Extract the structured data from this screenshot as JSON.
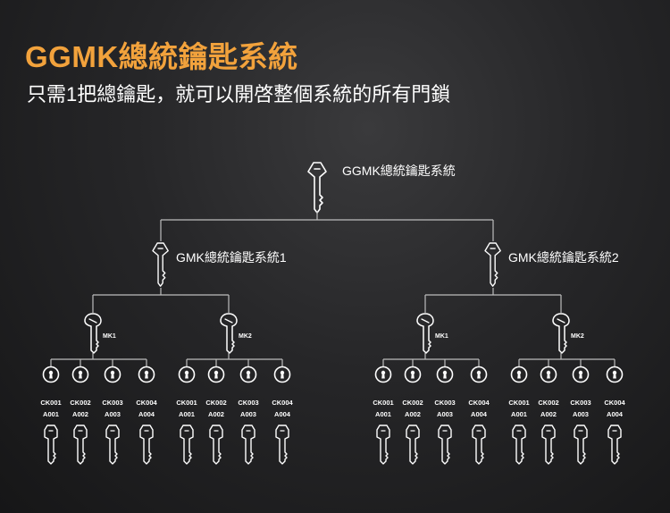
{
  "header": {
    "title": "GGMK總統鑰匙系統",
    "subtitle": "只需1把總鑰匙，就可以開啓整個系統的所有門鎖"
  },
  "diagram": {
    "root": {
      "label": "GGMK總統鑰匙系統",
      "icon": "master-key-icon"
    },
    "groups": [
      {
        "label": "GMK總統鑰匙系統1",
        "icon": "grand-master-key-icon",
        "masters": [
          {
            "label": "MK1",
            "cylinders": [
              {
                "code": "CK001",
                "lock": "A001"
              },
              {
                "code": "CK002",
                "lock": "A002"
              },
              {
                "code": "CK003",
                "lock": "A003"
              },
              {
                "code": "CK004",
                "lock": "A004"
              }
            ]
          },
          {
            "label": "MK2",
            "cylinders": [
              {
                "code": "CK001",
                "lock": "A001"
              },
              {
                "code": "CK002",
                "lock": "A002"
              },
              {
                "code": "CK003",
                "lock": "A003"
              },
              {
                "code": "CK004",
                "lock": "A004"
              }
            ]
          }
        ]
      },
      {
        "label": "GMK總統鑰匙系統2",
        "icon": "grand-master-key-icon",
        "masters": [
          {
            "label": "MK1",
            "cylinders": [
              {
                "code": "CK001",
                "lock": "A001"
              },
              {
                "code": "CK002",
                "lock": "A002"
              },
              {
                "code": "CK003",
                "lock": "A003"
              },
              {
                "code": "CK004",
                "lock": "A004"
              }
            ]
          },
          {
            "label": "MK2",
            "cylinders": [
              {
                "code": "CK001",
                "lock": "A001"
              },
              {
                "code": "CK002",
                "lock": "A002"
              },
              {
                "code": "CK003",
                "lock": "A003"
              },
              {
                "code": "CK004",
                "lock": "A004"
              }
            ]
          }
        ]
      }
    ],
    "colors": {
      "line": "#bdbdbd",
      "title": "#f2a23c",
      "icon": "#ffffff"
    }
  }
}
